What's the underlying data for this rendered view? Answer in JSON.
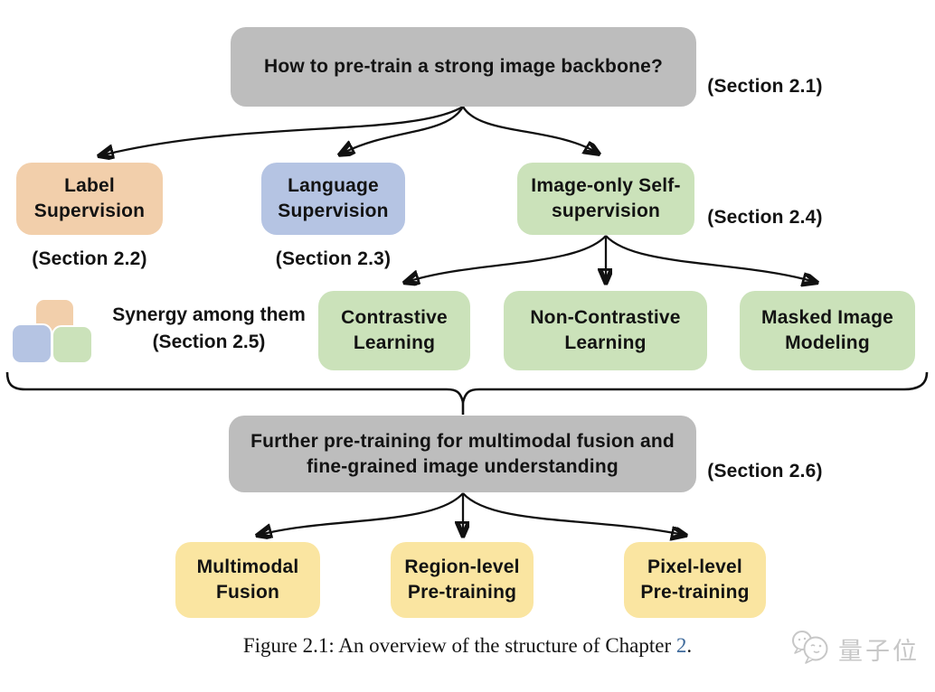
{
  "colors": {
    "node_gray": "#BDBDBD",
    "node_orange": "#F2CFAB",
    "node_blue": "#B5C4E3",
    "node_green": "#CBE2BA",
    "node_yellow": "#FAE5A1",
    "arrow": "#111111",
    "caption_link": "#3E6A9B",
    "watermark": "#C7C7C7"
  },
  "root": {
    "label": "How to pre-train a strong image backbone?",
    "section": "(Section 2.1)"
  },
  "branches": {
    "label_supervision": {
      "label": "Label Supervision",
      "section": "(Section 2.2)"
    },
    "language_supervision": {
      "label": "Language Supervision",
      "section": "(Section 2.3)"
    },
    "image_only": {
      "label": "Image-only Self-supervision",
      "section": "(Section 2.4)"
    }
  },
  "synergy": {
    "line1": "Synergy among them",
    "line2": "(Section 2.5)"
  },
  "self_supervision_methods": {
    "contrastive": "Contrastive Learning",
    "non_contrastive": "Non-Contrastive Learning",
    "masked": "Masked Image Modeling"
  },
  "further": {
    "lines": [
      "Further pre-training for multimodal fusion and",
      "fine-grained image understanding"
    ],
    "section": "(Section 2.6)"
  },
  "downstream": {
    "multimodal": "Multimodal Fusion",
    "region": "Region-level Pre-training",
    "pixel": "Pixel-level Pre-training"
  },
  "caption": {
    "prefix": "Figure 2.1: An overview of the structure of Chapter ",
    "link": "2",
    "suffix": "."
  },
  "watermark": {
    "text": "量子位"
  }
}
